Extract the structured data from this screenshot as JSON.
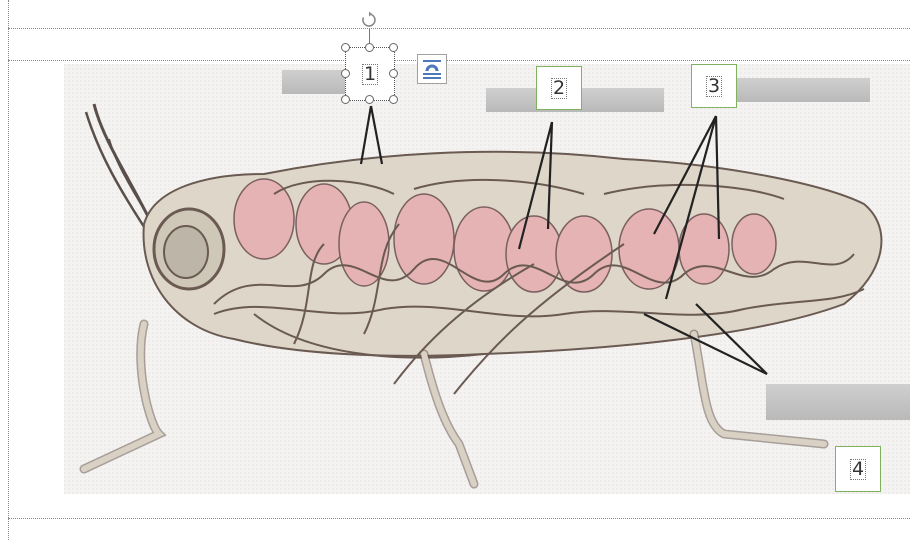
{
  "labels": {
    "label_1": "1",
    "label_2": "2",
    "label_3": "3",
    "label_4": "4"
  },
  "icons": {
    "rotate_handle": "rotate-icon",
    "layout_options": "layout-options-icon"
  },
  "colors": {
    "label_border": "#7fb35f",
    "mask_fill": "#c4c4c4",
    "organ_fill": "#e5b3b3",
    "body_fill": "#ddd6c9",
    "outline": "#6a5a52"
  }
}
